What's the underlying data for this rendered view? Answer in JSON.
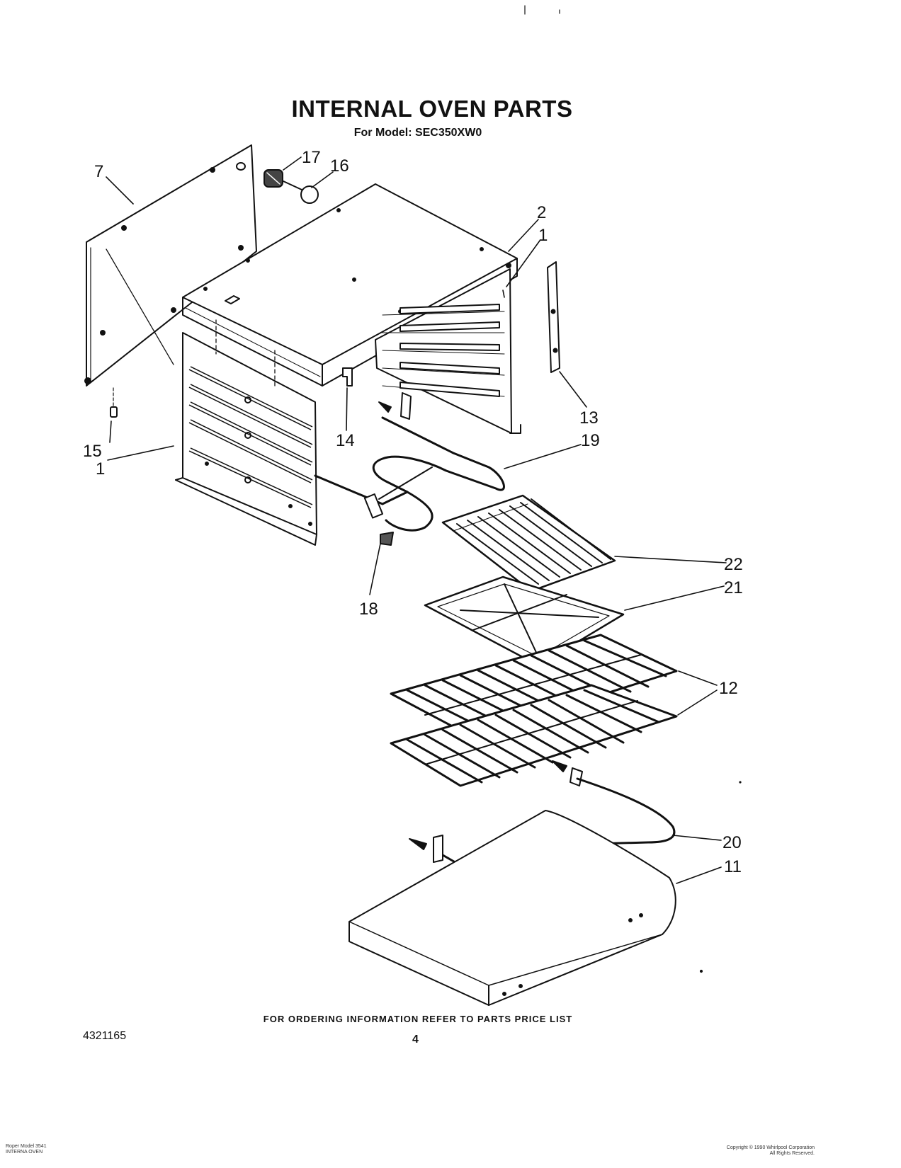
{
  "title": "INTERNAL OVEN PARTS",
  "subtitle": "For Model: SEC350XW0",
  "footer_note": "FOR ORDERING INFORMATION REFER TO PARTS PRICE LIST",
  "document_number": "4321165",
  "page_number": "4",
  "fine_print_left": [
    "Roper Model 3541",
    "INTERNA OVEN"
  ],
  "fine_print_right": [
    "Copyright © 1990 Whirlpool Corporation",
    "All Rights Reserved."
  ],
  "callouts": {
    "c7": "7",
    "c17": "17",
    "c16": "16",
    "c2": "2",
    "c1_right": "1",
    "c13": "13",
    "c19": "19",
    "c15": "15",
    "c1_left": "1",
    "c14": "14",
    "c22": "22",
    "c21": "21",
    "c18": "18",
    "c12": "12",
    "c20": "20",
    "c11": "11"
  }
}
